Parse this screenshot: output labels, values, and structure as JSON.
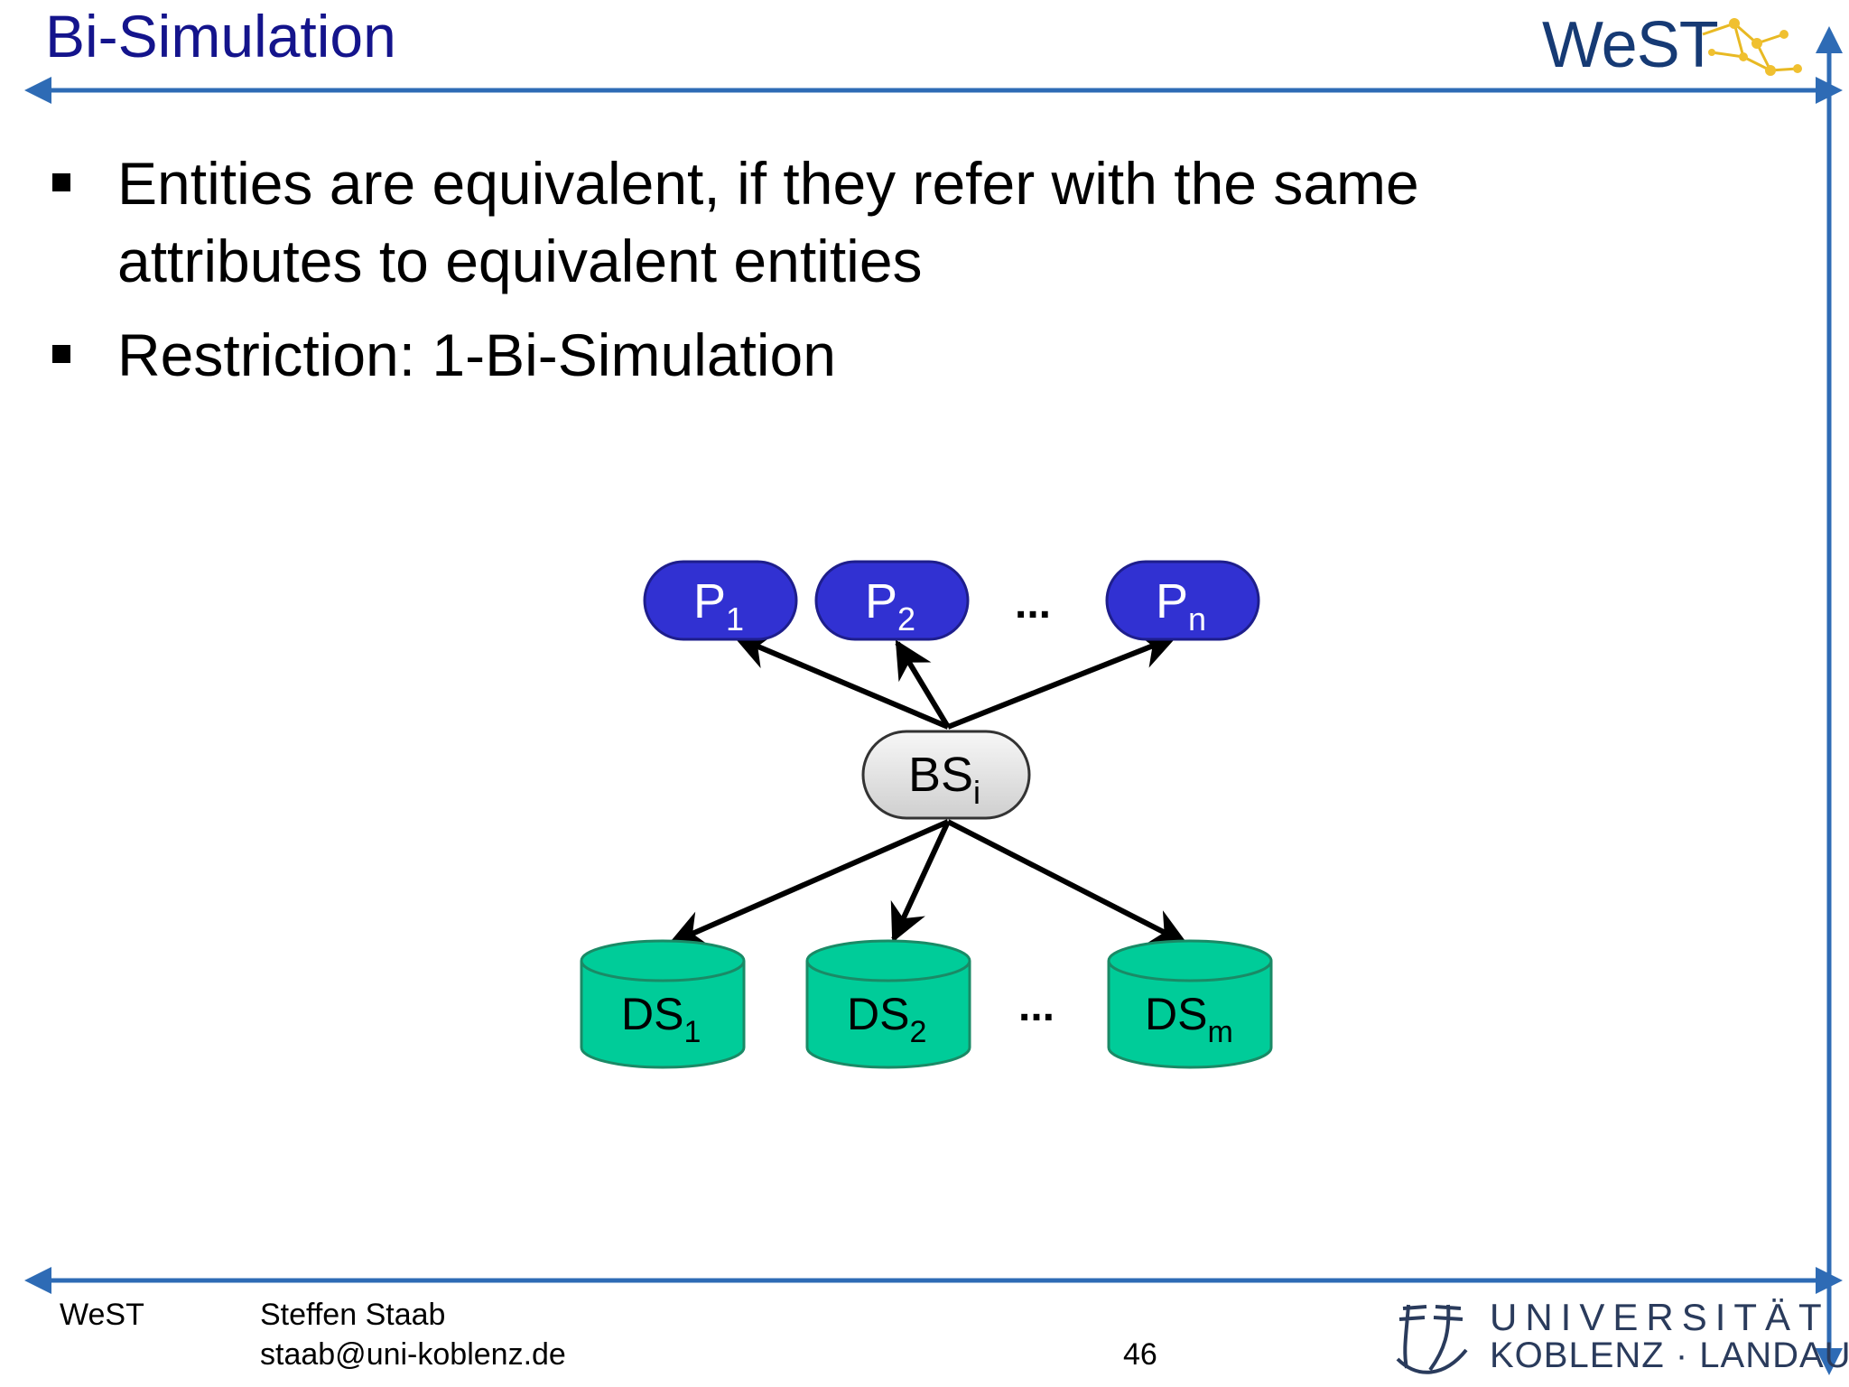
{
  "header": {
    "title": "Bi-Simulation",
    "logo_text": "WeST"
  },
  "bullets": [
    {
      "line1": "Entities are equivalent, if they refer with the same",
      "line2": "attributes to equivalent entities"
    },
    {
      "line1": "Restriction: 1-Bi-Simulation"
    }
  ],
  "diagram": {
    "top_nodes": [
      {
        "base": "P",
        "sub": "1"
      },
      {
        "base": "P",
        "sub": "2"
      },
      {
        "base": "P",
        "sub": "n"
      }
    ],
    "top_ellipsis": "...",
    "center_node": {
      "base": "BS",
      "sub": "i"
    },
    "bottom_nodes": [
      {
        "base": "DS",
        "sub": "1"
      },
      {
        "base": "DS",
        "sub": "2"
      },
      {
        "base": "DS",
        "sub": "m"
      }
    ],
    "bottom_ellipsis": "...",
    "colors": {
      "top_fill": "#3131d2",
      "bottom_fill": "#00cc99",
      "center_fill": "#e6e6e6"
    }
  },
  "footer": {
    "org": "WeST",
    "author": "Steffen Staab",
    "email": "staab@uni-koblenz.de",
    "page_number": "46",
    "uni_line1": "UNIVERSITÄT",
    "uni_line2": "KOBLENZ · LANDAU"
  },
  "colors": {
    "title": "#14148c",
    "rule": "#2e6bb5"
  }
}
